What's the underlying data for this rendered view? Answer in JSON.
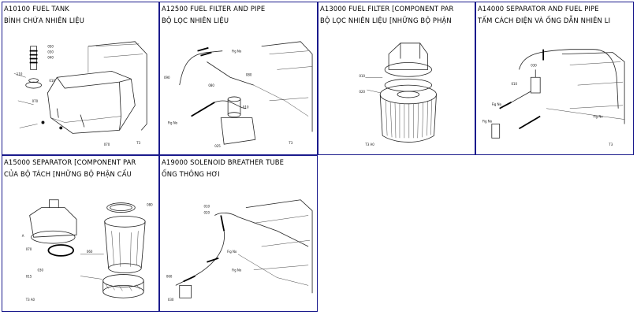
{
  "cells": [
    {
      "code_title": "A10100 FUEL TANK",
      "subtitle": "BÌNH CHỨA NHIÊN LIỆU"
    },
    {
      "code_title": "A12500 FUEL FILTER AND PIPE",
      "subtitle": "BỘ LỌC NHIÊN LIỆU"
    },
    {
      "code_title": "A13000 FUEL FILTER [COMPONENT PAR",
      "subtitle": "BỘ LỌC NHIÊN LIỆU [NHỮNG BỘ PHẬN"
    },
    {
      "code_title": "A14000 SEPARATOR AND FUEL PIPE",
      "subtitle": "TẤM CÁCH ĐIỆN VÀ ỐNG DẪN NHIÊN LI"
    },
    {
      "code_title": "A15000 SEPARATOR [COMPONENT PAR",
      "subtitle": "CỦA BỘ TÁCH [NHỮNG BỘ PHẬN CẤU"
    },
    {
      "code_title": "A19000 SOLENOID BREATHER TUBE",
      "subtitle": "ỐNG THÔNG HƠI"
    }
  ]
}
